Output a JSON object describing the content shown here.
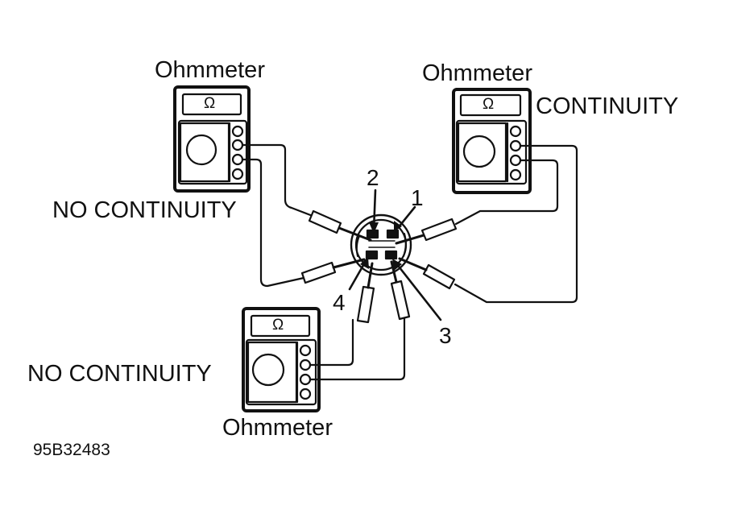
{
  "labels": {
    "ohmmeter_top_left": "Ohmmeter",
    "ohmmeter_top_right": "Ohmmeter",
    "ohmmeter_bottom": "Ohmmeter",
    "continuity": "CONTINUITY",
    "no_continuity_left": "NO CONTINUITY",
    "no_continuity_bottom": "NO CONTINUITY",
    "terminal_1": "1",
    "terminal_2": "2",
    "terminal_3": "3",
    "terminal_4": "4",
    "figure_code": "95B32483"
  },
  "meter_symbol": "Ω",
  "colors": {
    "ink": "#111111",
    "paper": "#ffffff"
  }
}
